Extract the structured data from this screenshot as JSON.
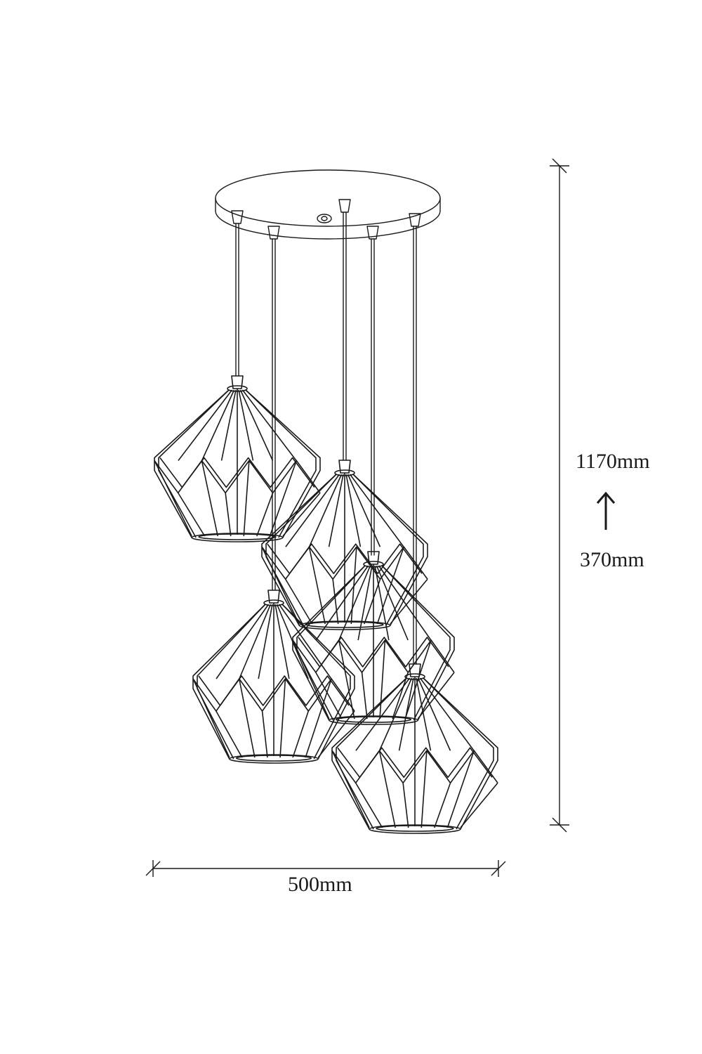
{
  "dimensions": {
    "height_max": "1170mm",
    "height_min": "370mm",
    "width": "500mm"
  },
  "colors": {
    "line": "#1a1a1a",
    "background": "#ffffff"
  },
  "icons": {
    "adjust": "arrow-up-icon"
  }
}
